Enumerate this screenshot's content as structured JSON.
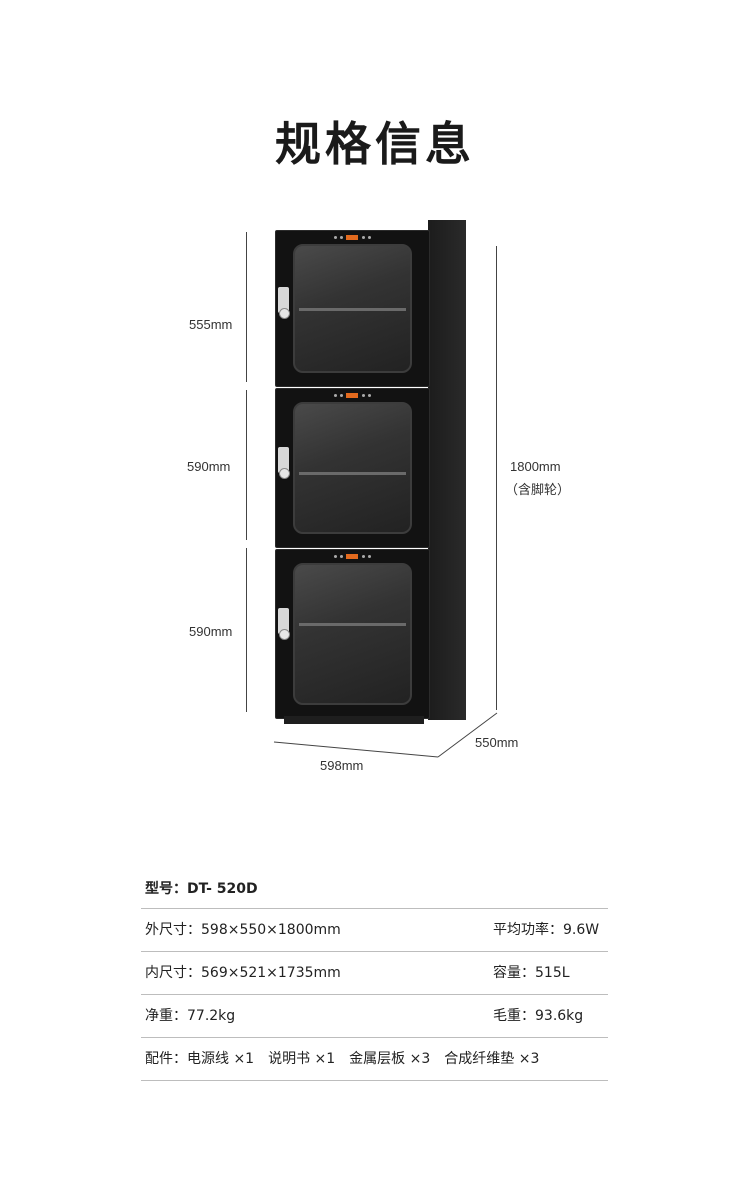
{
  "title": "规格信息",
  "dimensions": {
    "top_compartment": "555mm",
    "middle_compartment": "590mm",
    "bottom_compartment": "590mm",
    "total_height": "1800mm",
    "total_height_note": "（含脚轮）",
    "depth": "550mm",
    "width": "598mm"
  },
  "specs": {
    "model_label": "型号：",
    "model_value": "DT- 520D",
    "outer_size_label": "外尺寸：",
    "outer_size_value": "598×550×1800mm",
    "power_label": "平均功率：",
    "power_value": "9.6W",
    "inner_size_label": "内尺寸：",
    "inner_size_value": "569×521×1735mm",
    "capacity_label": "容量：",
    "capacity_value": "515L",
    "net_weight_label": "净重：",
    "net_weight_value": "77.2kg",
    "gross_weight_label": "毛重：",
    "gross_weight_value": "93.6kg",
    "accessories_label": "配件：",
    "accessories_value": "电源线 ×1　说明书 ×1　金属层板 ×3　合成纤维垫 ×3"
  }
}
